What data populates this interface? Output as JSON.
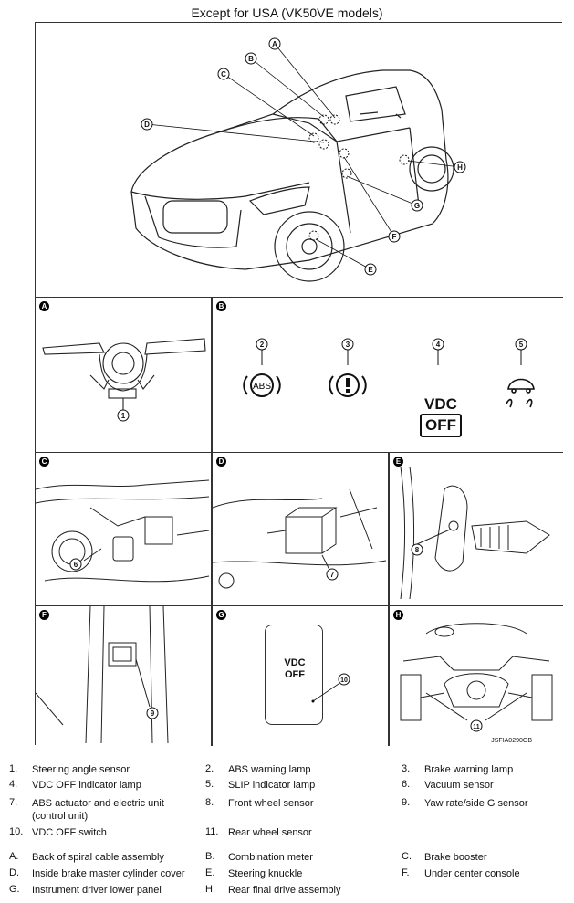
{
  "title": "Except for USA (VK50VE models)",
  "figure_code": "JSFIA0290GB",
  "panels": {
    "a": "A",
    "b": "B",
    "c": "C",
    "d": "D",
    "e": "E",
    "f": "F",
    "g": "G",
    "h": "H"
  },
  "car_callouts": [
    "A",
    "B",
    "C",
    "D",
    "E",
    "F",
    "G",
    "H"
  ],
  "part_callouts": [
    "1",
    "2",
    "3",
    "4",
    "5",
    "6",
    "7",
    "8",
    "9",
    "10",
    "11"
  ],
  "lamp_texts": {
    "abs": "ABS",
    "vdc": "VDC",
    "off": "OFF",
    "vdc_switch_line1": "VDC",
    "vdc_switch_line2": "OFF"
  },
  "legend_numbers": [
    {
      "num": "1.",
      "text": "Steering angle sensor"
    },
    {
      "num": "2.",
      "text": "ABS warning lamp"
    },
    {
      "num": "3.",
      "text": "Brake warning lamp"
    },
    {
      "num": "4.",
      "text": "VDC OFF indicator lamp"
    },
    {
      "num": "5.",
      "text": "SLIP indicator lamp"
    },
    {
      "num": "6.",
      "text": "Vacuum sensor"
    },
    {
      "num": "7.",
      "text": "ABS actuator and electric unit (control unit)"
    },
    {
      "num": "8.",
      "text": "Front wheel sensor"
    },
    {
      "num": "9.",
      "text": "Yaw rate/side G sensor"
    },
    {
      "num": "10.",
      "text": "VDC OFF switch"
    },
    {
      "num": "11.",
      "text": "Rear wheel sensor"
    }
  ],
  "legend_letters": [
    {
      "num": "A.",
      "text": "Back of spiral cable assembly"
    },
    {
      "num": "B.",
      "text": "Combination meter"
    },
    {
      "num": "C.",
      "text": "Brake booster"
    },
    {
      "num": "D.",
      "text": "Inside brake master cylinder cover"
    },
    {
      "num": "E.",
      "text": "Steering knuckle"
    },
    {
      "num": "F.",
      "text": "Under center console"
    },
    {
      "num": "G.",
      "text": "Instrument driver lower panel"
    },
    {
      "num": "H.",
      "text": "Rear final drive assembly"
    }
  ]
}
